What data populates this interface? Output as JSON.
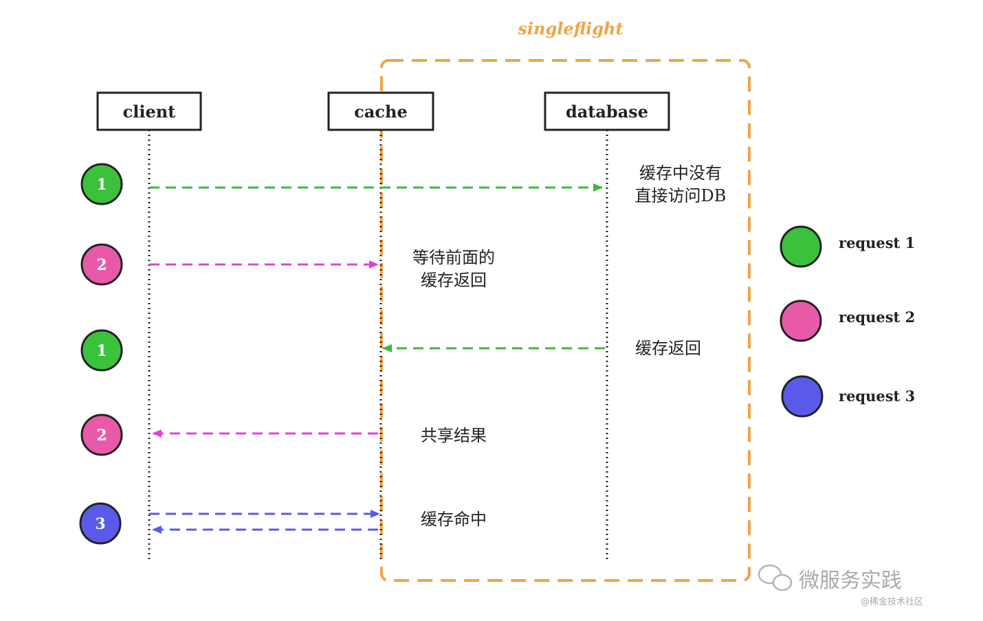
{
  "title": "singleflight",
  "participants": {
    "client": "client",
    "cache": "cache",
    "database": "database"
  },
  "steps": [
    {
      "badge": "1",
      "color": "#3cc13c"
    },
    {
      "badge": "2",
      "color": "#e85aa8"
    },
    {
      "badge": "1",
      "color": "#3cc13c"
    },
    {
      "badge": "2",
      "color": "#e85aa8"
    },
    {
      "badge": "3",
      "color": "#5a5ae8"
    }
  ],
  "annotations": {
    "db_miss_line1": "缓存中没有",
    "db_miss_line2": "直接访问DB",
    "wait_line1": "等待前面的",
    "wait_line2": "缓存返回",
    "cache_return": "缓存返回",
    "share_result": "共享结果",
    "cache_hit": "缓存命中"
  },
  "legend": [
    {
      "label": "request 1",
      "color": "#3cc13c"
    },
    {
      "label": "request 2",
      "color": "#e85aa8"
    },
    {
      "label": "request 3",
      "color": "#5a5ae8"
    }
  ],
  "arrow_colors": {
    "green": "#3cb83c",
    "magenta": "#e040e0",
    "blue": "#5a5ae8"
  },
  "frame_color": "#f0a446",
  "watermark": {
    "main": "微服务实践",
    "sub": "@稀金技术社区"
  }
}
